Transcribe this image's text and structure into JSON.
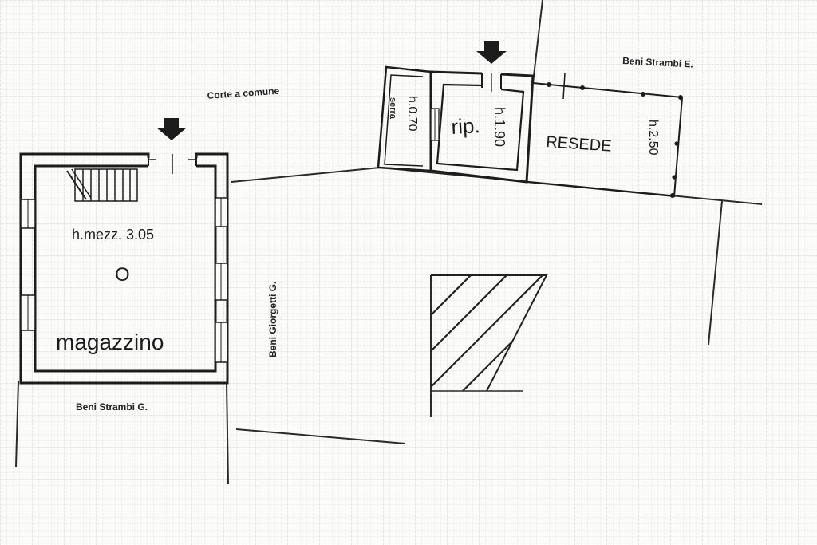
{
  "labels": {
    "courtyard": "Corte a comune",
    "neighbor_east_top": "Beni Strambi E.",
    "neighbor_south": "Beni Strambi G.",
    "neighbor_middle": "Beni Giorgetti G.",
    "storage_height": "h.mezz. 3.05",
    "storage_symbol": "O",
    "storage_name": "magazzino",
    "greenhouse_name": "serra",
    "greenhouse_height": "h.0.70",
    "storeroom_name": "rip.",
    "storeroom_height": "h.1.90",
    "yard_name": "RESEDE",
    "yard_height": "h.2.50"
  },
  "icons": {
    "entrance": "down-arrow-icon",
    "grid": "graph-paper-grid"
  },
  "colors": {
    "ink": "#1c1c1c",
    "paper": "#fbfbfa",
    "grid": "#c9c9c9"
  }
}
